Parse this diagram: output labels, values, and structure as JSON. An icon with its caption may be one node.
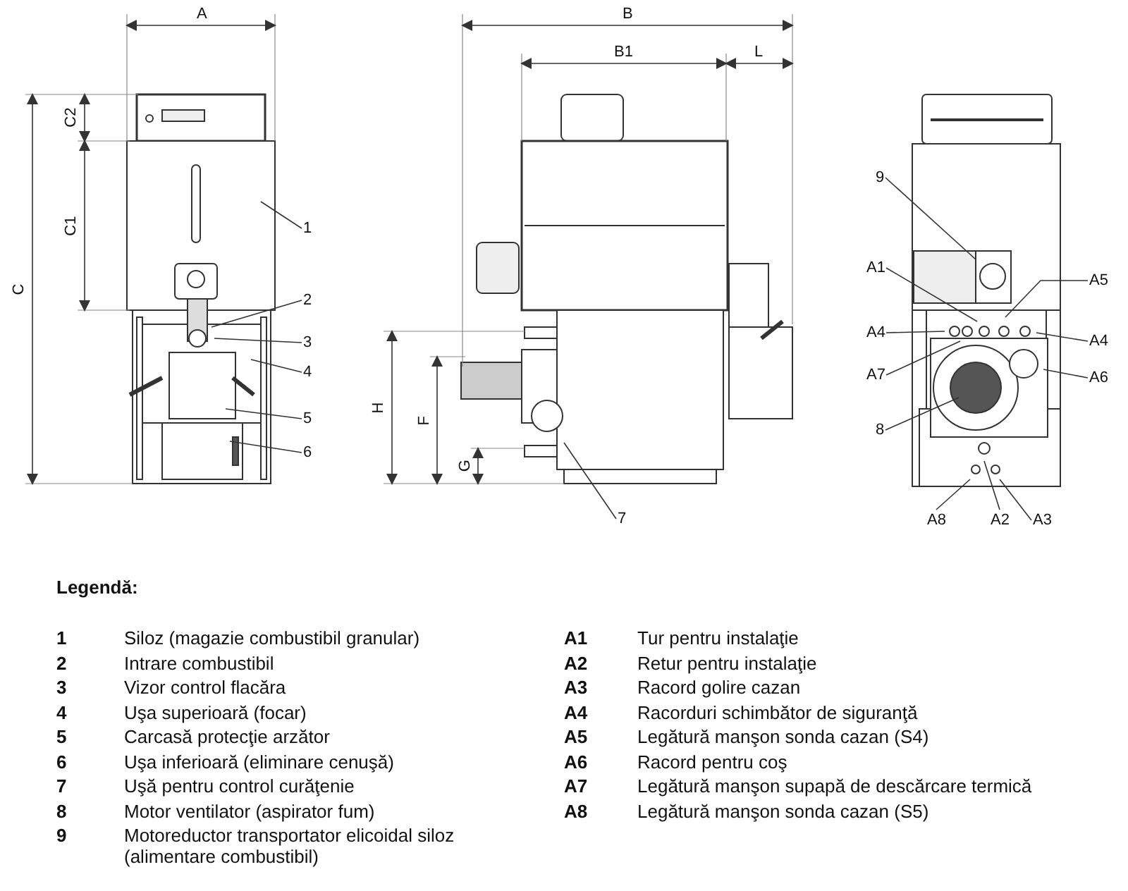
{
  "diagram": {
    "nodes": [
      {
        "text": [
          "1"
        ]
      },
      {
        "text": [
          "2"
        ]
      },
      {
        "text": [
          "3"
        ]
      },
      {
        "text": [
          "4"
        ]
      },
      {
        "text": [
          "5"
        ]
      },
      {
        "text": [
          "6"
        ]
      },
      {
        "text": [
          "7"
        ]
      },
      {
        "text": [
          "9"
        ]
      },
      {
        "text": [
          "A1"
        ]
      },
      {
        "text": [
          "A5"
        ]
      },
      {
        "text": [
          "A4"
        ]
      },
      {
        "text": [
          "A4"
        ]
      },
      {
        "text": [
          "A7"
        ]
      },
      {
        "text": [
          "A6"
        ]
      },
      {
        "text": [
          "8"
        ]
      },
      {
        "text": [
          "A8"
        ]
      },
      {
        "text": [
          "A2"
        ]
      },
      {
        "text": [
          "A3"
        ]
      }
    ],
    "edges": [
      {
        "from": 0,
        "to": null,
        "arrow": "none"
      },
      {
        "from": 1,
        "to": null,
        "arrow": "none"
      },
      {
        "from": 2,
        "to": null,
        "arrow": "none"
      },
      {
        "from": 3,
        "to": null,
        "arrow": "none"
      },
      {
        "from": 4,
        "to": null,
        "arrow": "none"
      },
      {
        "from": 5,
        "to": null,
        "arrow": "none"
      },
      {
        "from": 6,
        "to": null,
        "arrow": "none"
      },
      {
        "from": 7,
        "to": null,
        "arrow": "none"
      },
      {
        "from": 8,
        "to": null,
        "arrow": "none"
      },
      {
        "from": 9,
        "to": null,
        "arrow": "none"
      },
      {
        "from": 10,
        "to": null,
        "arrow": "none"
      },
      {
        "from": 11,
        "to": null,
        "arrow": "none"
      },
      {
        "from": 12,
        "to": null,
        "arrow": "none"
      },
      {
        "from": 13,
        "to": null,
        "arrow": "none"
      },
      {
        "from": 14,
        "to": null,
        "arrow": "none"
      },
      {
        "from": 15,
        "to": null,
        "arrow": "none"
      },
      {
        "from": 16,
        "to": null,
        "arrow": "none"
      },
      {
        "from": 17,
        "to": null,
        "arrow": "none"
      }
    ],
    "labels": [
      "A",
      "B",
      "B1",
      "L",
      "C2",
      "C1",
      "C",
      "H",
      "F",
      "G",
      "Legendă:",
      "1",
      "Siloz (magazie combustibil granular)",
      "2",
      "Intrare combustibil",
      "3",
      "Vizor control flacăra",
      "4",
      "Uşa superioară (focar)",
      "5",
      "Carcasă protecţie arzător",
      "6",
      "Uşa inferioară (eliminare cenuşă)",
      "7",
      "Uşă pentru control curăţenie",
      "8",
      "Motor ventilator (aspirator fum)",
      "9",
      "Motoreductor transportator elicoidal siloz (alimentare combustibil)",
      "A1",
      "Tur pentru instalaţie",
      "A2",
      "Retur pentru instalaţie",
      "A3",
      "Racord golire cazan",
      "A4",
      "Racorduri schimbător de siguranţă",
      "A5",
      "Legătură manşon sonda cazan (S4)",
      "A6",
      "Racord pentru coş",
      "A7",
      "Legătură manşon supapă de descărcare termică",
      "A8",
      "Legătură manşon sonda cazan (S5)"
    ]
  }
}
